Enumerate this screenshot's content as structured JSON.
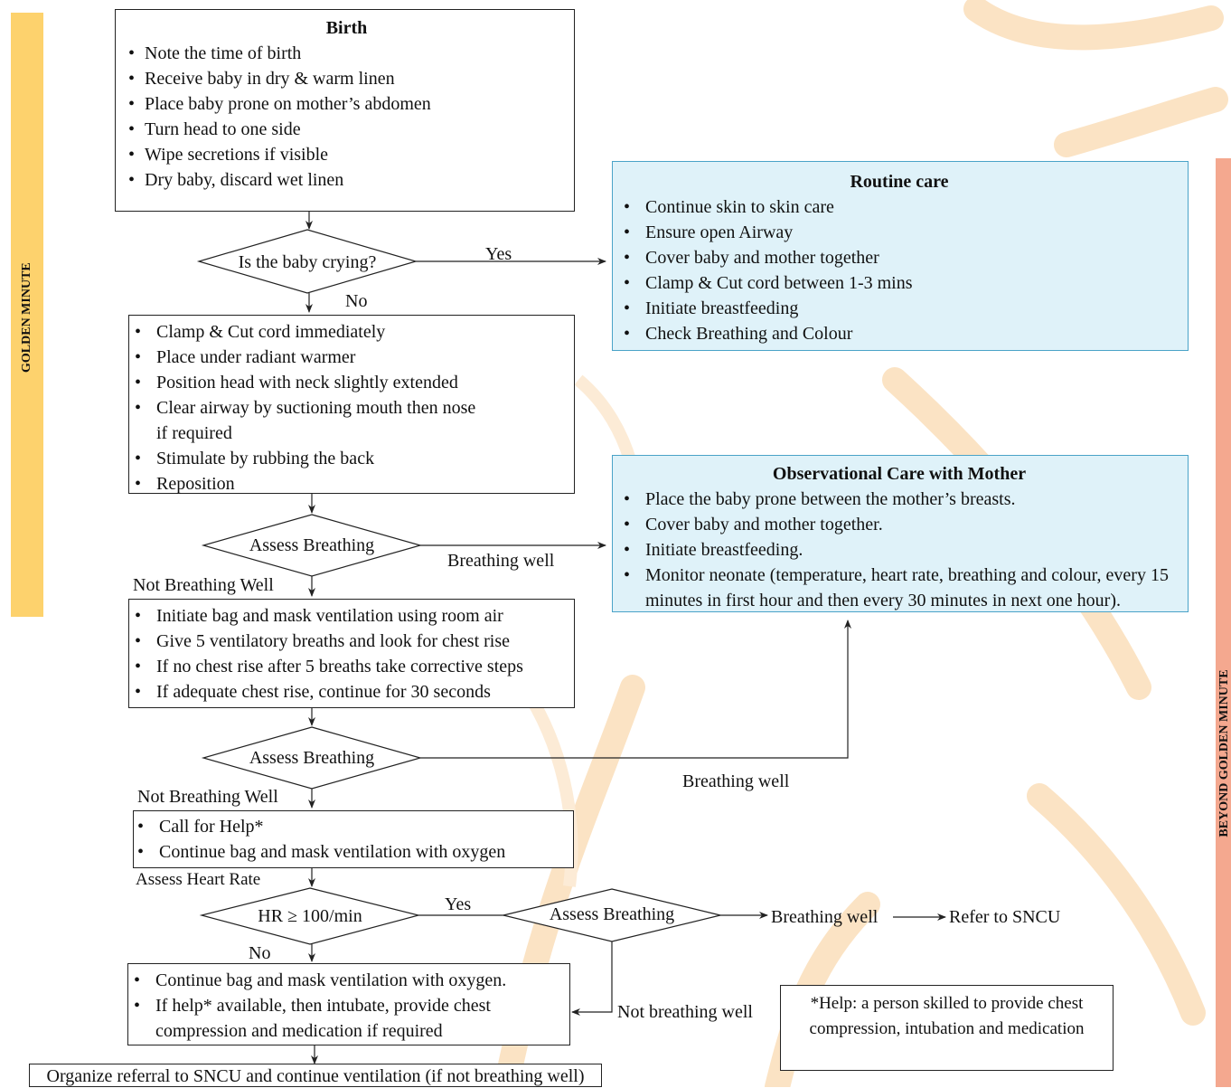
{
  "side_labels": {
    "left": "GOLDEN MINUTE",
    "right": "BEYOND GOLDEN MINUTE"
  },
  "birth": {
    "title": "Birth",
    "items": [
      "Note the time of birth",
      "Receive baby in dry & warm linen",
      "Place baby prone on mother’s abdomen",
      "Turn head to one side",
      "Wipe secretions if visible",
      "Dry baby, discard wet linen"
    ]
  },
  "d1": {
    "label": "Is the baby crying?",
    "yes": "Yes",
    "no": "No"
  },
  "routine": {
    "title": "Routine care",
    "items": [
      "Continue skin to skin care",
      "Ensure open Airway",
      "Cover baby and mother together",
      "Clamp & Cut cord between 1-3 mins",
      "Initiate breastfeeding",
      "Check Breathing and Colour"
    ]
  },
  "step2": {
    "items": [
      "Clamp & Cut cord immediately",
      "Place under radiant warmer",
      "Position head with neck slightly extended",
      "Clear airway by suctioning mouth then nose if required",
      "Stimulate by rubbing the back",
      "Reposition"
    ]
  },
  "observ": {
    "title": "Observational Care with Mother",
    "items": [
      "Place the baby prone between the mother’s breasts.",
      "Cover baby and mother together.",
      "Initiate breastfeeding.",
      "Monitor neonate (temperature, heart rate, breathing and colour, every 15 minutes in first hour and then every 30 minutes in next one hour)."
    ]
  },
  "d2": {
    "label": "Assess Breathing",
    "well": "Breathing well",
    "not_well": "Not Breathing Well"
  },
  "step3": {
    "items": [
      "Initiate bag and mask ventilation using room air",
      "Give 5 ventilatory breaths and look for chest rise",
      "If no chest rise after 5 breaths take corrective steps",
      "If adequate chest rise, continue for 30 seconds"
    ]
  },
  "d3": {
    "label": "Assess Breathing",
    "well": "Breathing well",
    "not_well": "Not Breathing Well"
  },
  "step4": {
    "items": [
      "Call for Help*",
      "Continue bag and mask ventilation with oxygen"
    ]
  },
  "assess_hr": "Assess Heart Rate",
  "d4": {
    "label": "HR ≥ 100/min",
    "yes": "Yes",
    "no": "No"
  },
  "d5": {
    "label": "Assess Breathing",
    "well": "Breathing well",
    "not_well": "Not breathing well"
  },
  "refer": "Refer to SNCU",
  "step5": {
    "items": [
      "Continue bag and mask ventilation with oxygen.",
      "If help* available, then intubate, provide chest compression and medication if required"
    ]
  },
  "final": "Organize referral to SNCU and continue ventilation (if not breathing well)",
  "note": "*Help: a person skilled to provide chest compression, intubation and medication"
}
